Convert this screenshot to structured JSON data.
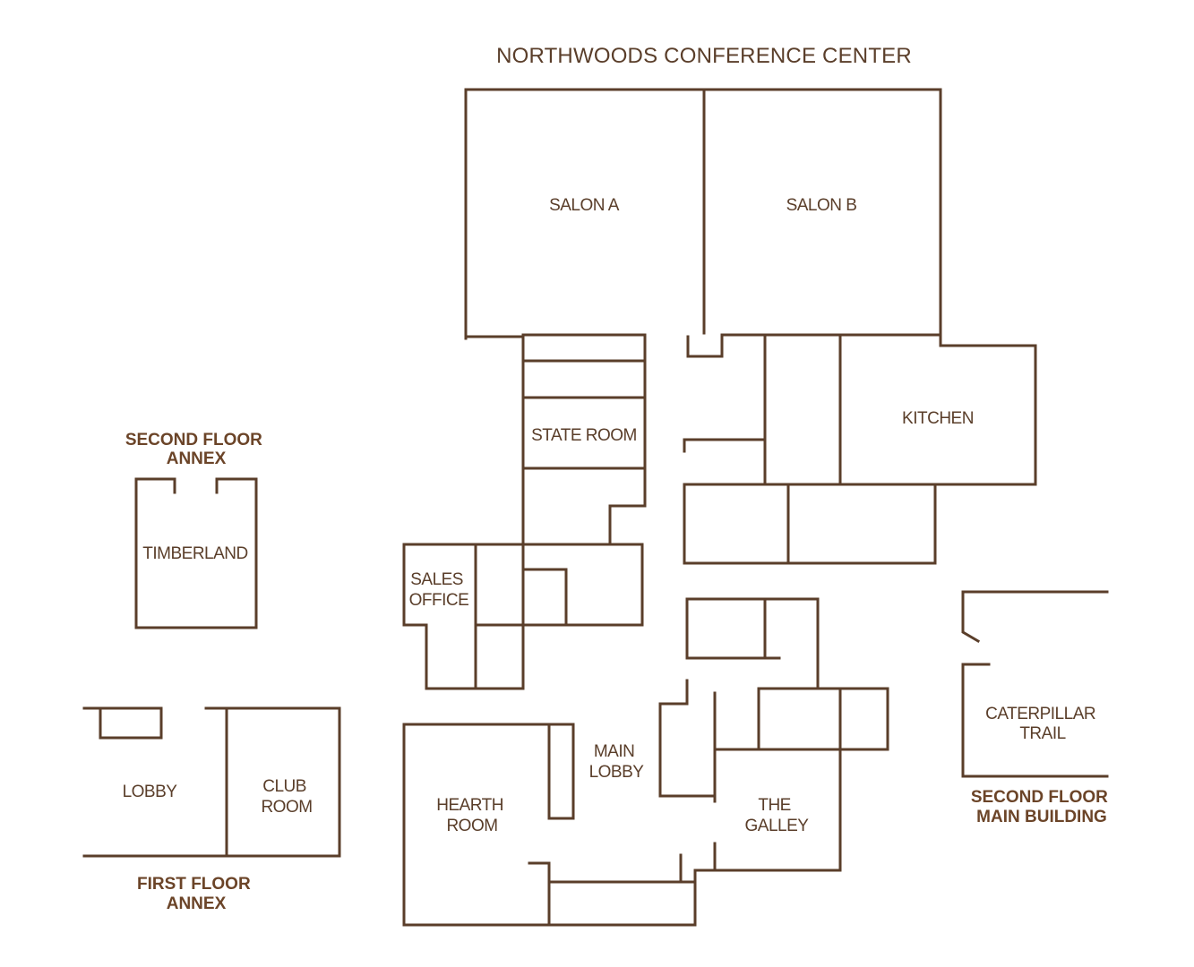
{
  "title": "NORTHWOODS CONFERENCE CENTER",
  "rooms": {
    "salon_a": [
      "SALON A"
    ],
    "salon_b": [
      "SALON B"
    ],
    "state_room": [
      "STATE ROOM"
    ],
    "kitchen": [
      "KITCHEN"
    ],
    "sales_office": [
      "SALES",
      "OFFICE"
    ],
    "timberland": [
      "TIMBERLAND"
    ],
    "main_lobby": [
      "MAIN",
      "LOBBY"
    ],
    "hearth_room": [
      "HEARTH",
      "ROOM"
    ],
    "the_galley": [
      "THE",
      "GALLEY"
    ],
    "caterpillar_trail": [
      "CATERPILLAR",
      "TRAIL"
    ],
    "lobby": [
      "LOBBY"
    ],
    "club_room": [
      "CLUB",
      "ROOM"
    ]
  },
  "floors": {
    "second_floor_annex": [
      "SECOND FLOOR",
      "ANNEX"
    ],
    "first_floor_annex": [
      "FIRST FLOOR",
      "ANNEX"
    ],
    "second_floor_main": [
      "SECOND FLOOR",
      "MAIN BUILDING"
    ]
  },
  "colors": {
    "line": "#5a3e2a",
    "floor_label": "#6b4428",
    "background": "#ffffff"
  }
}
